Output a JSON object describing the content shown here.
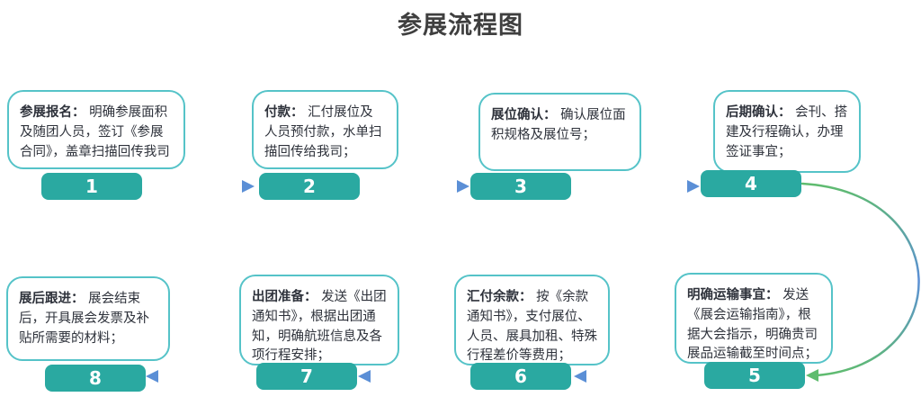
{
  "title": "参展流程图",
  "colors": {
    "bar_fill": "#2aa9a1",
    "box_border": "#55c3c8",
    "text": "#2e323b",
    "title_text": "#3f3f3f",
    "arrow_green": "#5fbc6e",
    "arrow_blue": "#5b8fd6"
  },
  "steps": [
    {
      "num": "1",
      "label": "参展报名：",
      "desc": "明确参展面积及随团人员，签订《参展合同》，盖章扫描回传我司"
    },
    {
      "num": "2",
      "label": "付款：",
      "desc": "汇付展位及人员预付款，水单扫描回传给我司；"
    },
    {
      "num": "3",
      "label": "展位确认：",
      "desc": "确认展位面积规格及展位号；"
    },
    {
      "num": "4",
      "label": "后期确认：",
      "desc": "会刊、搭建及行程确认，办理签证事宜；"
    },
    {
      "num": "5",
      "label": "明确运输事宜：",
      "desc": "发送《展会运输指南》，根据大会指示，明确贵司展品运输截至时间点；"
    },
    {
      "num": "6",
      "label": "汇付余款：",
      "desc": "按《余款通知书》，支付展位、人员、展具加租、特殊行程差价等费用；"
    },
    {
      "num": "7",
      "label": "出团准备：",
      "desc": "发送《出团通知书》，根据出团通知，明确航班信息及各项行程安排；"
    },
    {
      "num": "8",
      "label": "展后跟进：",
      "desc": "展会结束后，开具展会发票及补贴所需要的材料；"
    }
  ]
}
